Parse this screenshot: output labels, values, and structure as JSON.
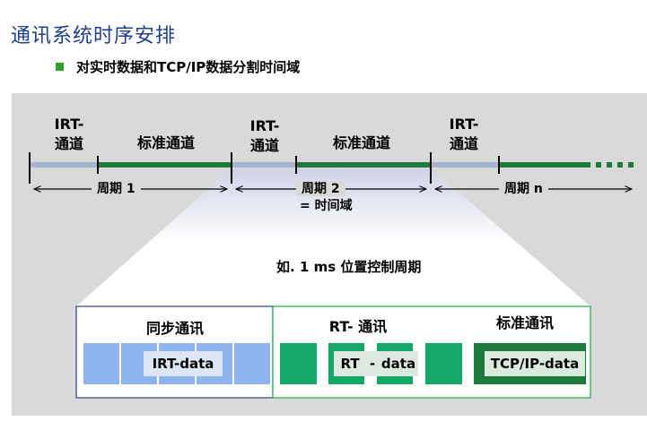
{
  "header": {
    "title": "通讯系统时序安排",
    "bullet": "对实时数据和TCP/IP数据分割时间域"
  },
  "timeline": {
    "irt_label_line1": "IRT-",
    "irt_label_line2": "通道",
    "std_label": "标准通道",
    "period1": "周期 1",
    "period2_line1": "周期 2",
    "period2_line2": "= 时间域",
    "periodn": "周期 n",
    "colors": {
      "irt": "#a6b6cf",
      "std": "#1e7a3c"
    }
  },
  "zoom": {
    "caption": "如. 1 ms 位置控制周期",
    "sync_title": "同步通讯",
    "irt_data": "IRT-data",
    "rt_title": "RT- 通讯",
    "std_title": "标准通讯",
    "rt_left": "RT",
    "rt_dash": "-",
    "rt_right": "data",
    "tcp_data": "TCP/IP-data",
    "colors": {
      "sync_bg": "#ffffff",
      "sync_blocks": "#8fb4f0",
      "rt_green": "#13a865",
      "tcp_dark": "#1e7a3c"
    }
  }
}
